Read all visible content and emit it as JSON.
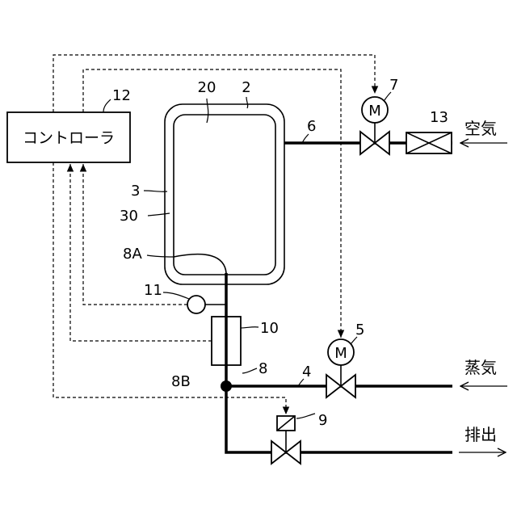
{
  "controller": {
    "label": "コントローラ",
    "ref": "12"
  },
  "tank": {
    "outer_ref": "2",
    "inner_ref": "20",
    "wall_ref": "3",
    "space_ref": "30"
  },
  "labels": {
    "air": "空気",
    "steam": "蒸気",
    "exhaust": "排出",
    "motor": "M",
    "n4": "4",
    "n5": "5",
    "n6": "6",
    "n7": "7",
    "n8": "8",
    "n8A": "8A",
    "n8B": "8B",
    "n9": "9",
    "n10": "10",
    "n11": "11",
    "n13": "13"
  }
}
